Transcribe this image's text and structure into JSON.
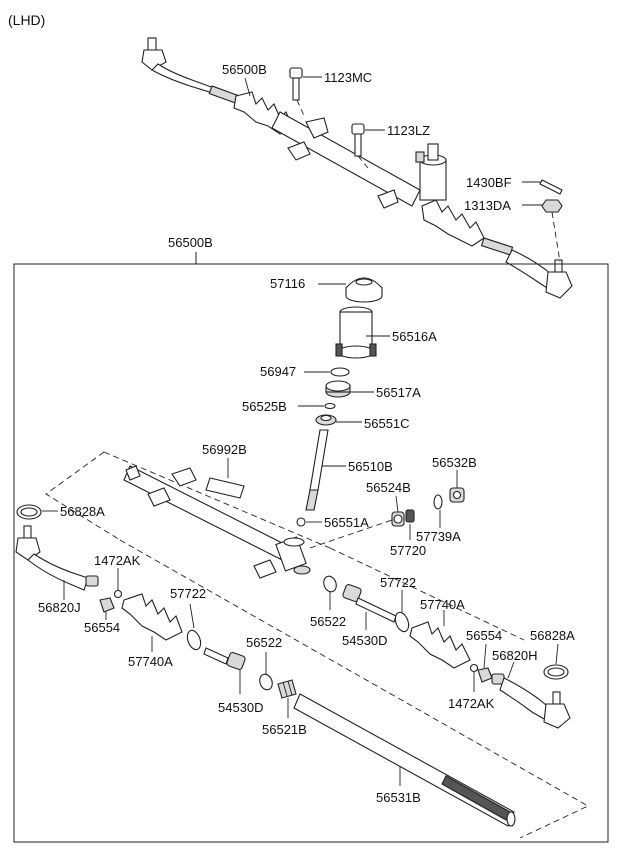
{
  "header": {
    "variant": "(LHD)"
  },
  "labels": {
    "top_assembly": "56500B",
    "bolt_a": "1123MC",
    "bolt_b": "1123LZ",
    "pin": "1430BF",
    "nut": "1313DA",
    "group": "56500B",
    "cap": "57116",
    "housing": "56516A",
    "ring_56947": "56947",
    "plug_56517A": "56517A",
    "ring_56525B": "56525B",
    "bearing_56551C": "56551C",
    "tube_56992B": "56992B",
    "pinion": "56510B",
    "plug_56532B": "56532B",
    "yoke_56524B": "56524B",
    "bearing_56551A": "56551A",
    "ring_57739A": "57739A",
    "spring_57720": "57720",
    "boot_clamp_left": "56828A",
    "tie_rod_end_left": "56820J",
    "nut_left": "1472AK",
    "locknut_left": "56554",
    "boot_left": "57740A",
    "clip_left": "57722",
    "bushing_left": "56522",
    "inner_rod_left": "54530D",
    "bushing_right": "56522",
    "inner_rod_right": "54530D",
    "clip_right": "57722",
    "boot_right": "57740A",
    "locknut_right": "56554",
    "boot_clamp_right": "56828A",
    "tie_rod_end_right": "56820H",
    "nut_right": "1472AK",
    "bush_56521B": "56521B",
    "rack": "56531B"
  }
}
